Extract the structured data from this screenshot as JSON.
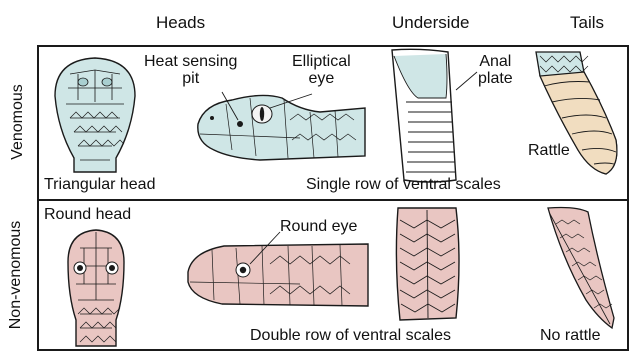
{
  "headers": {
    "heads": "Heads",
    "underside": "Underside",
    "tails": "Tails"
  },
  "rows": {
    "venomous": "Venomous",
    "non_venomous": "Non-venomous"
  },
  "labels": {
    "heat_pit": "Heat sensing\npit",
    "elliptical_eye": "Elliptical\neye",
    "anal_plate": "Anal\nplate",
    "rattle": "Rattle",
    "triangular_head": "Triangular head",
    "single_row": "Single row of  ventral scales",
    "round_head": "Round head",
    "round_eye": "Round eye",
    "double_row": "Double row of  ventral scales",
    "no_rattle": "No rattle"
  },
  "colors": {
    "venomous_fill": "#cfe6e6",
    "venomous_dark": "#a9cfd0",
    "nonvenomous_fill": "#e9c6c2",
    "nonvenomous_dark": "#c99892",
    "rattle_fill": "#f1ddc0",
    "line": "#1a1a1a"
  }
}
